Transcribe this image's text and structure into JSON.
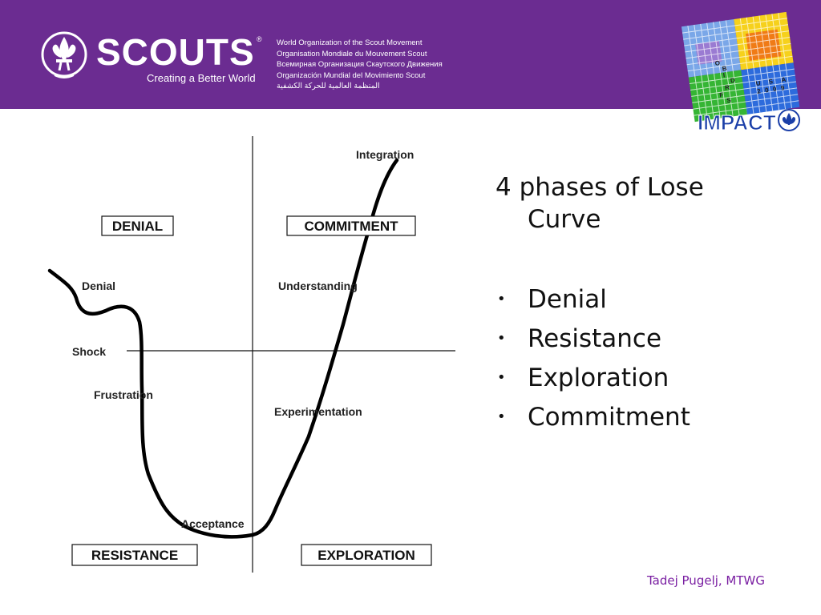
{
  "header": {
    "brand": "SCOUTS",
    "registered": "®",
    "tagline": "Creating a Better World",
    "org_names": [
      "World Organization of the Scout Movement",
      "Organisation Mondiale du Mouvement Scout",
      "Всемирная Организация Скаутского Движения",
      "Organización Mundial del Movimiento Scout",
      "المنظمة العالمية للحركة الكشفية"
    ],
    "impact_logo": {
      "text": "IMPACT",
      "grid_letters": [
        "O",
        "B",
        "I",
        "D",
        "R",
        "F",
        "S",
        "U",
        "S",
        "A",
        "2",
        "0",
        "0",
        "9"
      ]
    }
  },
  "diagram": {
    "quadrants": {
      "top_left": "DENIAL",
      "top_right": "COMMITMENT",
      "bottom_left": "RESISTANCE",
      "bottom_right": "EXPLORATION"
    },
    "curve_labels": {
      "denial": "Denial",
      "shock": "Shock",
      "frustration": "Frustration",
      "acceptance": "Acceptance",
      "experimentation": "Experimentation",
      "understanding": "Understanding",
      "integration": "Integration"
    }
  },
  "content": {
    "title_line1": "4 phases of Lose",
    "title_line2": "Curve",
    "bullet_symbol": "•",
    "bullets": [
      "Denial",
      "Resistance",
      "Exploration",
      "Commitment"
    ]
  },
  "footer": {
    "author": "Tadej Pugelj, MTWG"
  },
  "colors": {
    "banner": "#6b2c91",
    "footer_text": "#7a1fa2"
  }
}
